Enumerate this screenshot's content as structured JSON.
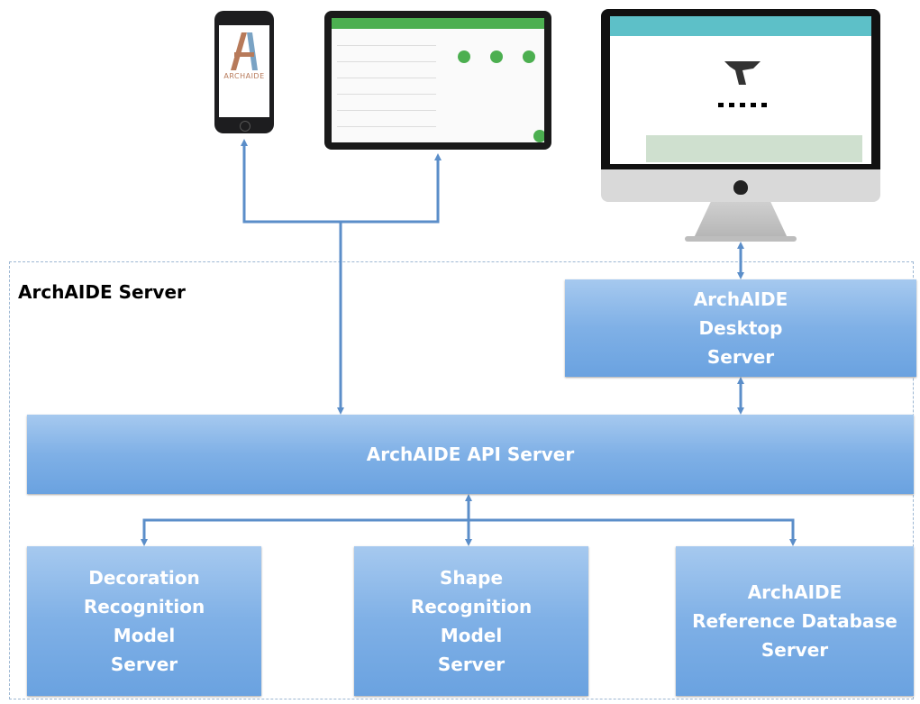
{
  "region": {
    "title": "ArchAIDE Server"
  },
  "boxes": {
    "desktop_server": [
      "ArchAIDE",
      "Desktop",
      "Server"
    ],
    "api_server": [
      "ArchAIDE API Server"
    ],
    "decoration_server": [
      "Decoration",
      "Recognition",
      "Model",
      "Server"
    ],
    "shape_server": [
      "Shape",
      "Recognition",
      "Model",
      "Server"
    ],
    "reference_db_server": [
      "ArchAIDE",
      "Reference Database",
      "Server"
    ]
  },
  "devices": {
    "phone_brand": "ARCHAIDE"
  },
  "colors": {
    "box_gradient_top": "#a6c9ef",
    "box_gradient_bottom": "#6aa2e0",
    "arrow": "#5b8ec9",
    "region_border": "#9db7d3"
  }
}
